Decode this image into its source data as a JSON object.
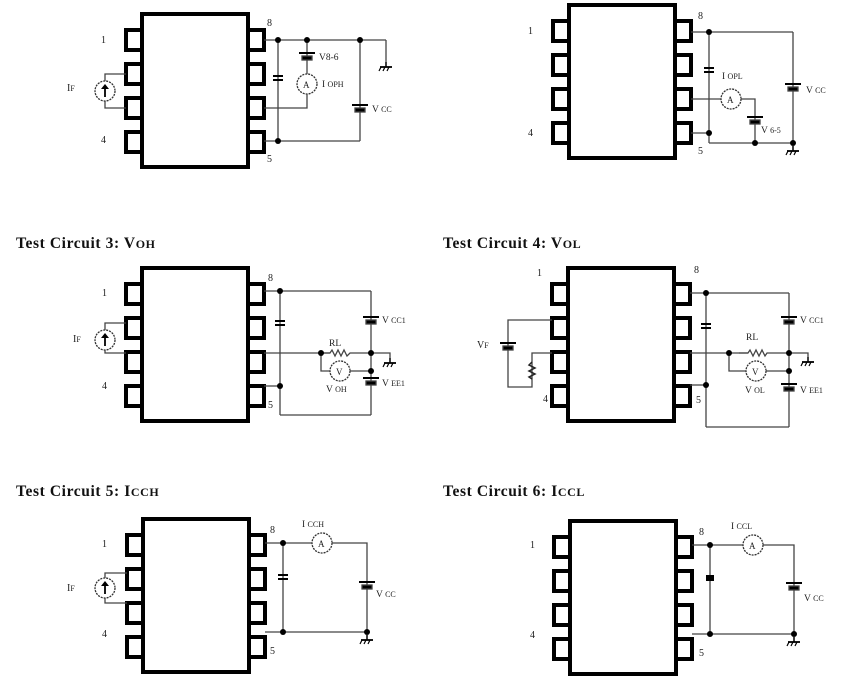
{
  "titles": {
    "c3": {
      "prefix": "Test Circuit 3: V",
      "sub": "OH"
    },
    "c4": {
      "prefix": "Test Circuit 4: V",
      "sub": "OL"
    },
    "c5": {
      "prefix": "Test Circuit 5: I",
      "sub": "CCH"
    },
    "c6": {
      "prefix": "Test Circuit 6: I",
      "sub": "CCL"
    }
  },
  "pins": {
    "p1": "1",
    "p4": "4",
    "p5": "5",
    "p8": "8"
  },
  "labels": {
    "if_main": "I",
    "if_sub": "F",
    "vf_main": "V",
    "vf_sub": "F",
    "ammeter": "A",
    "voltmeter": "V",
    "c1": {
      "v86": "V8-6",
      "ioph_main": "I",
      "ioph_sub": "OPH",
      "vcc_main": "V",
      "vcc_sub": "CC"
    },
    "c2": {
      "iopl_main": "I",
      "iopl_sub": "OPL",
      "vcc_main": "V",
      "vcc_sub": "CC",
      "v65_main": "V",
      "v65_sub": "6-5"
    },
    "c3": {
      "rl": "RL",
      "vcc1_main": "V",
      "vcc1_sub": "CC1",
      "vee1_main": "V",
      "vee1_sub": "EE1",
      "voh_main": "V",
      "voh_sub": "OH"
    },
    "c4": {
      "rl": "RL",
      "vcc1_main": "V",
      "vcc1_sub": "CC1",
      "vee1_main": "V",
      "vee1_sub": "EE1",
      "vol_main": "V",
      "vol_sub": "OL"
    },
    "c5": {
      "icch_main": "I",
      "icch_sub": "CCH",
      "vcc_main": "V",
      "vcc_sub": "CC"
    },
    "c6": {
      "iccl_main": "I",
      "iccl_sub": "CCL",
      "vcc_main": "V",
      "vcc_sub": "CC"
    }
  }
}
